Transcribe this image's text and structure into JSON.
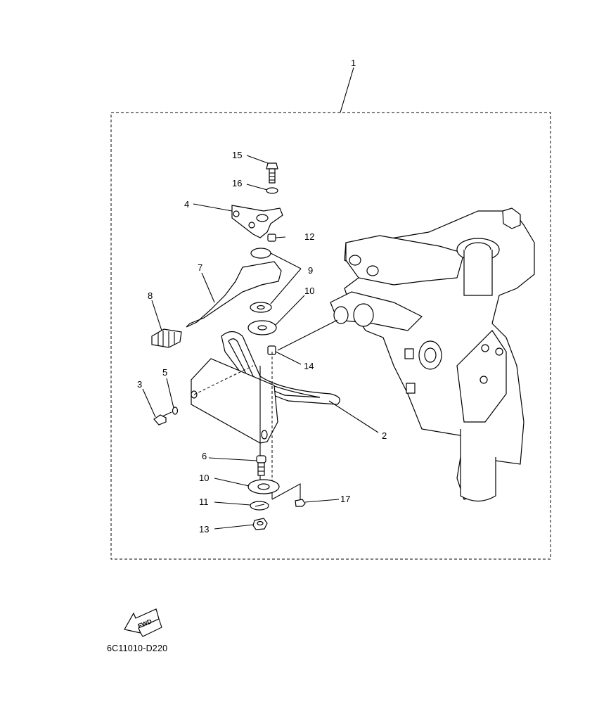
{
  "callouts": {
    "c1": "1",
    "c2": "2",
    "c3": "3",
    "c4": "4",
    "c5": "5",
    "c6": "6",
    "c7": "7",
    "c8": "8",
    "c9": "9",
    "c10a": "10",
    "c10b": "10",
    "c11": "11",
    "c12": "12",
    "c13": "13",
    "c14": "14",
    "c15": "15",
    "c16": "16",
    "c17": "17"
  },
  "fwd_label": "FWD",
  "diagram_code": "6C11010-D220"
}
